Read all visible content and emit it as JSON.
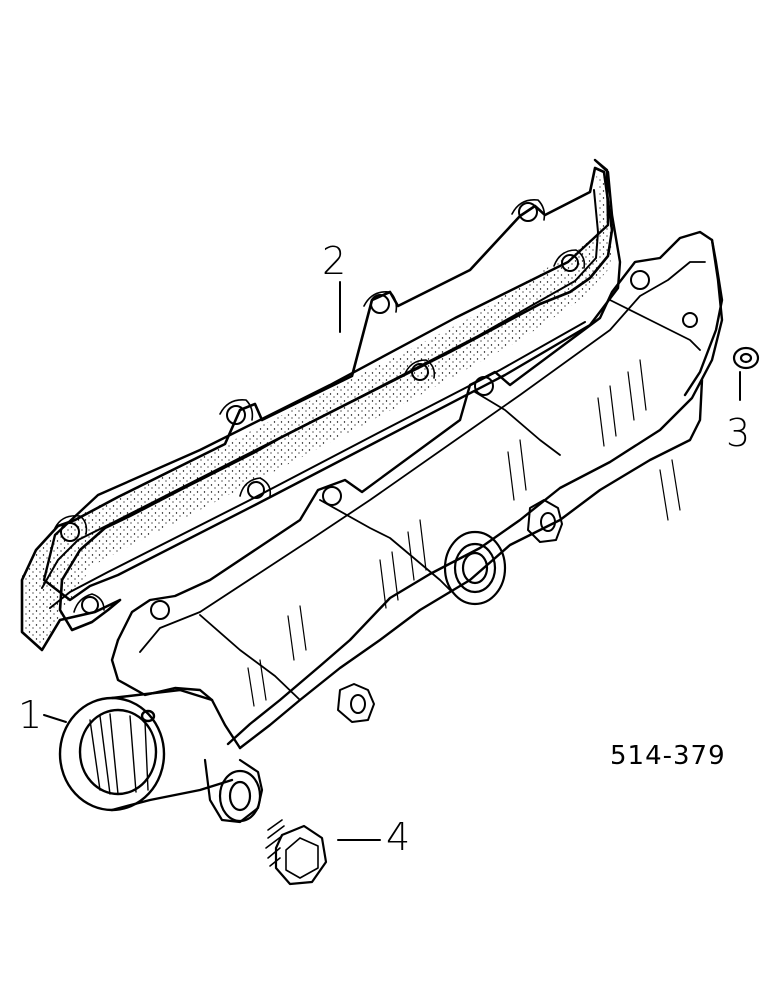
{
  "diagram": {
    "callouts": {
      "part_1": "1",
      "part_2": "2",
      "part_3": "3",
      "part_4": "4"
    },
    "figure_id": "514-379"
  },
  "colors": {
    "ink": "#000000",
    "paper": "#ffffff"
  }
}
